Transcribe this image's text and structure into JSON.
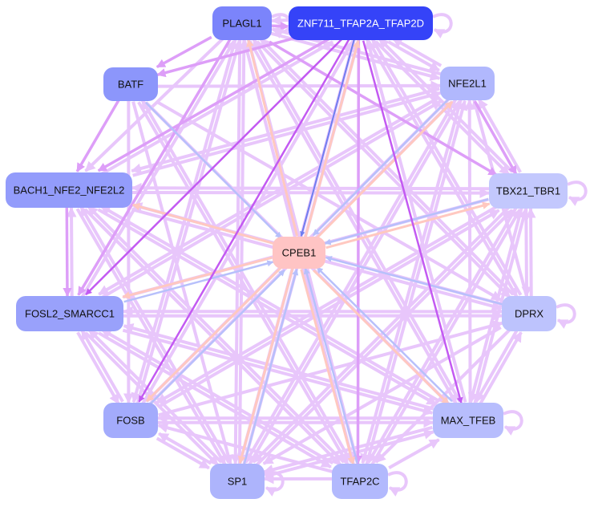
{
  "diagram": {
    "type": "directed-network",
    "nodes": [
      {
        "id": "PLAGL1",
        "label": "PLAGL1",
        "fill": "#7b84fb",
        "text": "#111111"
      },
      {
        "id": "ZNF711_TFAP2A_TFAP2D",
        "label": "ZNF711_TFAP2A_TFAP2D",
        "fill": "#3543f8",
        "text": "#ffffff"
      },
      {
        "id": "BATF",
        "label": "BATF",
        "fill": "#8c96fb",
        "text": "#111111"
      },
      {
        "id": "NFE2L1",
        "label": "NFE2L1",
        "fill": "#b1b8fd",
        "text": "#111111"
      },
      {
        "id": "BACH1_NFE2_NFE2L2",
        "label": "BACH1_NFE2_NFE2L2",
        "fill": "#939cfb",
        "text": "#111111"
      },
      {
        "id": "TBX21_TBR1",
        "label": "TBX21_TBR1",
        "fill": "#c3c8fd",
        "text": "#111111"
      },
      {
        "id": "CPEB1",
        "label": "CPEB1",
        "fill": "#ffc4c4",
        "text": "#111111"
      },
      {
        "id": "FOSL2_SMARCC1",
        "label": "FOSL2_SMARCC1",
        "fill": "#99a1fb",
        "text": "#111111"
      },
      {
        "id": "DPRX",
        "label": "DPRX",
        "fill": "#bdc3fd",
        "text": "#111111"
      },
      {
        "id": "FOSB",
        "label": "FOSB",
        "fill": "#a3abfc",
        "text": "#111111"
      },
      {
        "id": "MAX_TFEB",
        "label": "MAX_TFEB",
        "fill": "#b7bdfd",
        "text": "#111111"
      },
      {
        "id": "SP1",
        "label": "SP1",
        "fill": "#adb4fc",
        "text": "#111111"
      },
      {
        "id": "TFAP2C",
        "label": "TFAP2C",
        "fill": "#b2b9fd",
        "text": "#111111"
      }
    ],
    "edge_colors": {
      "light": "#e8c6fb",
      "medium": "#dd9ef8",
      "strong": "#c35af2",
      "blue": "#b7c0fb",
      "darkblue": "#6f7ef0",
      "pink": "#ffc8c0"
    },
    "self_loops": [
      "PLAGL1",
      "ZNF711_TFAP2A_TFAP2D",
      "TBX21_TBR1",
      "DPRX",
      "MAX_TFEB",
      "SP1",
      "TFAP2C"
    ],
    "edges": [
      {
        "from": "ZNF711_TFAP2A_TFAP2D",
        "to": "CPEB1",
        "color": "darkblue"
      },
      {
        "from": "BATF",
        "to": "CPEB1",
        "color": "blue"
      },
      {
        "from": "NFE2L1",
        "to": "CPEB1",
        "color": "blue"
      },
      {
        "from": "TBX21_TBR1",
        "to": "CPEB1",
        "color": "blue"
      },
      {
        "from": "DPRX",
        "to": "CPEB1",
        "color": "blue"
      },
      {
        "from": "FOSL2_SMARCC1",
        "to": "CPEB1",
        "color": "blue"
      },
      {
        "from": "SP1",
        "to": "CPEB1",
        "color": "blue"
      },
      {
        "from": "TFAP2C",
        "to": "CPEB1",
        "color": "blue"
      },
      {
        "from": "FOSB",
        "to": "CPEB1",
        "color": "blue"
      },
      {
        "from": "MAX_TFEB",
        "to": "CPEB1",
        "color": "blue"
      },
      {
        "from": "CPEB1",
        "to": "PLAGL1",
        "color": "pink"
      },
      {
        "from": "CPEB1",
        "to": "ZNF711_TFAP2A_TFAP2D",
        "color": "pink"
      },
      {
        "from": "CPEB1",
        "to": "BACH1_NFE2_NFE2L2",
        "color": "pink"
      },
      {
        "from": "CPEB1",
        "to": "NFE2L1",
        "color": "pink"
      },
      {
        "from": "CPEB1",
        "to": "TBX21_TBR1",
        "color": "pink"
      },
      {
        "from": "CPEB1",
        "to": "FOSL2_SMARCC1",
        "color": "pink"
      },
      {
        "from": "CPEB1",
        "to": "FOSB",
        "color": "pink"
      },
      {
        "from": "CPEB1",
        "to": "MAX_TFEB",
        "color": "pink"
      },
      {
        "from": "CPEB1",
        "to": "SP1",
        "color": "pink"
      },
      {
        "from": "CPEB1",
        "to": "TFAP2C",
        "color": "pink"
      },
      {
        "from": "ZNF711_TFAP2A_TFAP2D",
        "to": "MAX_TFEB",
        "color": "strong"
      },
      {
        "from": "ZNF711_TFAP2A_TFAP2D",
        "to": "TFAP2C",
        "color": "medium"
      },
      {
        "from": "ZNF711_TFAP2A_TFAP2D",
        "to": "FOSL2_SMARCC1",
        "color": "strong"
      },
      {
        "from": "ZNF711_TFAP2A_TFAP2D",
        "to": "FOSB",
        "color": "strong"
      },
      {
        "from": "ZNF711_TFAP2A_TFAP2D",
        "to": "BATF",
        "color": "medium"
      },
      {
        "from": "ZNF711_TFAP2A_TFAP2D",
        "to": "BACH1_NFE2_NFE2L2",
        "color": "medium"
      },
      {
        "from": "PLAGL1",
        "to": "BATF",
        "color": "medium"
      },
      {
        "from": "PLAGL1",
        "to": "TBX21_TBR1",
        "color": "medium"
      },
      {
        "from": "PLAGL1",
        "to": "FOSL2_SMARCC1",
        "color": "medium"
      },
      {
        "from": "BATF",
        "to": "BACH1_NFE2_NFE2L2",
        "color": "medium"
      },
      {
        "from": "NFE2L1",
        "to": "TBX21_TBR1",
        "color": "medium"
      },
      {
        "from": "NFE2L1",
        "to": "BACH1_NFE2_NFE2L2",
        "color": "light"
      },
      {
        "from": "NFE2L1",
        "to": "FOSB",
        "color": "light"
      },
      {
        "from": "BATF",
        "to": "NFE2L1",
        "color": "light"
      },
      {
        "from": "BATF",
        "to": "SP1",
        "color": "light"
      },
      {
        "from": "BATF",
        "to": "TFAP2C",
        "color": "light"
      },
      {
        "from": "BATF",
        "to": "DPRX",
        "color": "light"
      },
      {
        "from": "BATF",
        "to": "MAX_TFEB",
        "color": "light"
      },
      {
        "from": "BATF",
        "to": "FOSB",
        "color": "light"
      },
      {
        "from": "BACH1_NFE2_NFE2L2",
        "to": "FOSL2_SMARCC1",
        "color": "medium"
      },
      {
        "from": "FOSL2_SMARCC1",
        "to": "BACH1_NFE2_NFE2L2",
        "color": "light"
      },
      {
        "from": "BACH1_NFE2_NFE2L2",
        "to": "TBX21_TBR1",
        "color": "light"
      },
      {
        "from": "BACH1_NFE2_NFE2L2",
        "to": "DPRX",
        "color": "light"
      },
      {
        "from": "BACH1_NFE2_NFE2L2",
        "to": "MAX_TFEB",
        "color": "light"
      },
      {
        "from": "BACH1_NFE2_NFE2L2",
        "to": "TFAP2C",
        "color": "light"
      },
      {
        "from": "BACH1_NFE2_NFE2L2",
        "to": "SP1",
        "color": "light"
      },
      {
        "from": "BACH1_NFE2_NFE2L2",
        "to": "ZNF711_TFAP2A_TFAP2D",
        "color": "light"
      },
      {
        "from": "BACH1_NFE2_NFE2L2",
        "to": "NFE2L1",
        "color": "light"
      },
      {
        "from": "TBX21_TBR1",
        "to": "FOSL2_SMARCC1",
        "color": "light"
      },
      {
        "from": "TBX21_TBR1",
        "to": "SP1",
        "color": "light"
      },
      {
        "from": "TBX21_TBR1",
        "to": "ZNF711_TFAP2A_TFAP2D",
        "color": "light"
      },
      {
        "from": "DPRX",
        "to": "FOSL2_SMARCC1",
        "color": "light"
      },
      {
        "from": "DPRX",
        "to": "SP1",
        "color": "light"
      },
      {
        "from": "DPRX",
        "to": "NFE2L1",
        "color": "light"
      },
      {
        "from": "DPRX",
        "to": "BACH1_NFE2_NFE2L2",
        "color": "light"
      },
      {
        "from": "DPRX",
        "to": "PLAGL1",
        "color": "light"
      },
      {
        "from": "DPRX",
        "to": "ZNF711_TFAP2A_TFAP2D",
        "color": "light"
      },
      {
        "from": "FOSB",
        "to": "FOSL2_SMARCC1",
        "color": "light"
      },
      {
        "from": "FOSB",
        "to": "MAX_TFEB",
        "color": "light"
      },
      {
        "from": "FOSB",
        "to": "NFE2L1",
        "color": "light"
      },
      {
        "from": "FOSB",
        "to": "TBX21_TBR1",
        "color": "light"
      },
      {
        "from": "FOSB",
        "to": "DPRX",
        "color": "light"
      },
      {
        "from": "FOSB",
        "to": "PLAGL1",
        "color": "light"
      },
      {
        "from": "FOSB",
        "to": "ZNF711_TFAP2A_TFAP2D",
        "color": "light"
      },
      {
        "from": "FOSB",
        "to": "SP1",
        "color": "light"
      },
      {
        "from": "MAX_TFEB",
        "to": "FOSL2_SMARCC1",
        "color": "light"
      },
      {
        "from": "MAX_TFEB",
        "to": "BACH1_NFE2_NFE2L2",
        "color": "light"
      },
      {
        "from": "MAX_TFEB",
        "to": "NFE2L1",
        "color": "light"
      },
      {
        "from": "MAX_TFEB",
        "to": "TBX21_TBR1",
        "color": "light"
      },
      {
        "from": "MAX_TFEB",
        "to": "DPRX",
        "color": "light"
      },
      {
        "from": "MAX_TFEB",
        "to": "SP1",
        "color": "light"
      },
      {
        "from": "MAX_TFEB",
        "to": "FOSB",
        "color": "light"
      },
      {
        "from": "MAX_TFEB",
        "to": "PLAGL1",
        "color": "light"
      },
      {
        "from": "MAX_TFEB",
        "to": "ZNF711_TFAP2A_TFAP2D",
        "color": "light"
      },
      {
        "from": "SP1",
        "to": "FOSL2_SMARCC1",
        "color": "light"
      },
      {
        "from": "SP1",
        "to": "BACH1_NFE2_NFE2L2",
        "color": "light"
      },
      {
        "from": "SP1",
        "to": "NFE2L1",
        "color": "light"
      },
      {
        "from": "SP1",
        "to": "TBX21_TBR1",
        "color": "light"
      },
      {
        "from": "SP1",
        "to": "MAX_TFEB",
        "color": "light"
      },
      {
        "from": "SP1",
        "to": "PLAGL1",
        "color": "light"
      },
      {
        "from": "SP1",
        "to": "ZNF711_TFAP2A_TFAP2D",
        "color": "light"
      },
      {
        "from": "SP1",
        "to": "FOSB",
        "color": "light"
      },
      {
        "from": "TFAP2C",
        "to": "SP1",
        "color": "light"
      },
      {
        "from": "TFAP2C",
        "to": "FOSL2_SMARCC1",
        "color": "light"
      },
      {
        "from": "TFAP2C",
        "to": "BACH1_NFE2_NFE2L2",
        "color": "light"
      },
      {
        "from": "TFAP2C",
        "to": "NFE2L1",
        "color": "light"
      },
      {
        "from": "TFAP2C",
        "to": "TBX21_TBR1",
        "color": "light"
      },
      {
        "from": "TFAP2C",
        "to": "MAX_TFEB",
        "color": "light"
      },
      {
        "from": "TFAP2C",
        "to": "FOSB",
        "color": "light"
      },
      {
        "from": "TFAP2C",
        "to": "PLAGL1",
        "color": "light"
      },
      {
        "from": "TFAP2C",
        "to": "BATF",
        "color": "light"
      },
      {
        "from": "FOSL2_SMARCC1",
        "to": "MAX_TFEB",
        "color": "light"
      },
      {
        "from": "FOSL2_SMARCC1",
        "to": "SP1",
        "color": "light"
      },
      {
        "from": "FOSL2_SMARCC1",
        "to": "TFAP2C",
        "color": "light"
      },
      {
        "from": "FOSL2_SMARCC1",
        "to": "NFE2L1",
        "color": "light"
      },
      {
        "from": "FOSL2_SMARCC1",
        "to": "DPRX",
        "color": "light"
      },
      {
        "from": "FOSL2_SMARCC1",
        "to": "PLAGL1",
        "color": "light"
      },
      {
        "from": "FOSL2_SMARCC1",
        "to": "FOSB",
        "color": "light"
      },
      {
        "from": "NFE2L1",
        "to": "PLAGL1",
        "color": "light"
      },
      {
        "from": "NFE2L1",
        "to": "ZNF711_TFAP2A_TFAP2D",
        "color": "light"
      },
      {
        "from": "NFE2L1",
        "to": "SP1",
        "color": "light"
      },
      {
        "from": "NFE2L1",
        "to": "TFAP2C",
        "color": "light"
      },
      {
        "from": "NFE2L1",
        "to": "FOSL2_SMARCC1",
        "color": "light"
      },
      {
        "from": "PLAGL1",
        "to": "NFE2L1",
        "color": "light"
      },
      {
        "from": "PLAGL1",
        "to": "BACH1_NFE2_NFE2L2",
        "color": "light"
      },
      {
        "from": "PLAGL1",
        "to": "SP1",
        "color": "light"
      },
      {
        "from": "PLAGL1",
        "to": "TFAP2C",
        "color": "light"
      },
      {
        "from": "PLAGL1",
        "to": "MAX_TFEB",
        "color": "light"
      },
      {
        "from": "PLAGL1",
        "to": "FOSB",
        "color": "light"
      },
      {
        "from": "PLAGL1",
        "to": "DPRX",
        "color": "light"
      },
      {
        "from": "PLAGL1",
        "to": "ZNF711_TFAP2A_TFAP2D",
        "color": "medium"
      },
      {
        "from": "ZNF711_TFAP2A_TFAP2D",
        "to": "PLAGL1",
        "color": "light"
      },
      {
        "from": "ZNF711_TFAP2A_TFAP2D",
        "to": "SP1",
        "color": "light"
      },
      {
        "from": "ZNF711_TFAP2A_TFAP2D",
        "to": "TBX21_TBR1",
        "color": "light"
      },
      {
        "from": "ZNF711_TFAP2A_TFAP2D",
        "to": "NFE2L1",
        "color": "light"
      },
      {
        "from": "ZNF711_TFAP2A_TFAP2D",
        "to": "DPRX",
        "color": "light"
      },
      {
        "from": "TBX21_TBR1",
        "to": "NFE2L1",
        "color": "light"
      },
      {
        "from": "TBX21_TBR1",
        "to": "TFAP2C",
        "color": "light"
      },
      {
        "from": "TBX21_TBR1",
        "to": "MAX_TFEB",
        "color": "light"
      },
      {
        "from": "TBX21_TBR1",
        "to": "DPRX",
        "color": "light"
      },
      {
        "from": "TBX21_TBR1",
        "to": "BACH1_NFE2_NFE2L2",
        "color": "light"
      },
      {
        "from": "TBX21_TBR1",
        "to": "FOSB",
        "color": "light"
      },
      {
        "from": "DPRX",
        "to": "TFAP2C",
        "color": "light"
      },
      {
        "from": "DPRX",
        "to": "MAX_TFEB",
        "color": "light"
      },
      {
        "from": "DPRX",
        "to": "TBX21_TBR1",
        "color": "light"
      }
    ]
  }
}
